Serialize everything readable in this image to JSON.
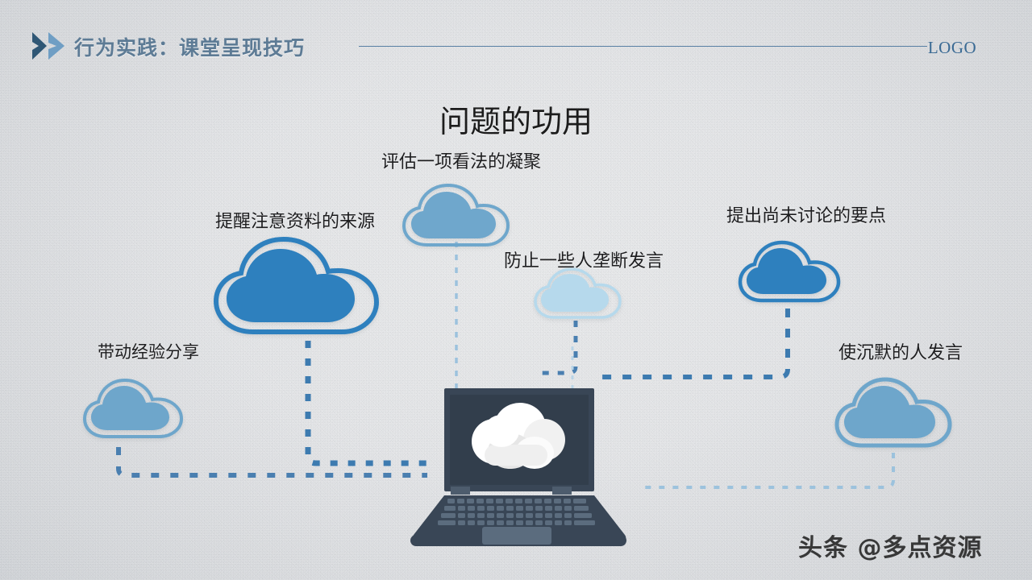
{
  "header": {
    "title": "行为实践：课堂呈现技巧",
    "logo": "LOGO",
    "chevron_dark_color": "#2f5775",
    "chevron_light_color": "#6f9ec4",
    "rule_color": "#5b82a6"
  },
  "slide": {
    "title": "问题的功用",
    "background_color": "#e6e8ea",
    "accent_color": "#2e80be",
    "dash_color": "#4a7fb0"
  },
  "nodes": [
    {
      "id": "node-evaluate",
      "label": "评估一项看法的凝聚",
      "cloud_fill": "#6fa7cc",
      "cloud_stroke": "#6fa7cc",
      "size": "medium"
    },
    {
      "id": "node-source",
      "label": "提醒注意资料的来源",
      "cloud_fill": "#2e80be",
      "cloud_stroke": "#2e80be",
      "size": "large"
    },
    {
      "id": "node-monopolize",
      "label": "防止一些人垄断发言",
      "cloud_fill": "#b6d9ec",
      "cloud_stroke": "#b6d9ec",
      "size": "small"
    },
    {
      "id": "node-undiscussed",
      "label": "提出尚未讨论的要点",
      "cloud_fill": "#2e80be",
      "cloud_stroke": "#2e80be",
      "size": "medium"
    },
    {
      "id": "node-experience",
      "label": "带动经验分享",
      "cloud_fill": "#6ea6cb",
      "cloud_stroke": "#6ea6cb",
      "size": "small"
    },
    {
      "id": "node-silent",
      "label": "使沉默的人发言",
      "cloud_fill": "#6ea6cb",
      "cloud_stroke": "#6ea6cb",
      "size": "medium"
    }
  ],
  "center": {
    "name": "laptop-with-cloud",
    "body_color": "#394656",
    "screen_color": "#323e4c",
    "key_color": "#5b6c7e",
    "cloud_color": "#ffffff"
  },
  "watermark": {
    "text": "头条 @多点资源"
  }
}
